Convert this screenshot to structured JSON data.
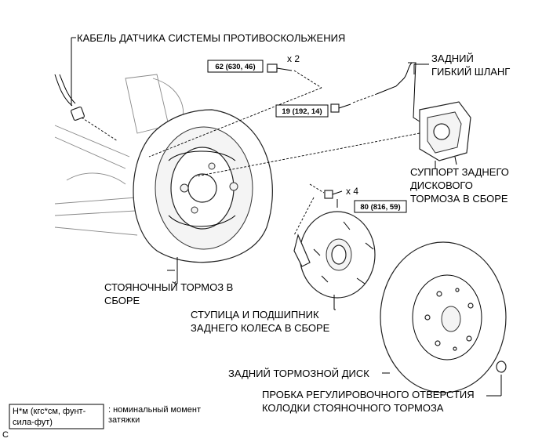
{
  "labels": {
    "abs_cable": "КАБЕЛЬ ДАТЧИКА СИСТЕМЫ ПРОТИВОСКОЛЬЖЕНИЯ",
    "hose_line1": "ЗАДНИЙ",
    "hose_line2": "ГИБКИЙ ШЛАНГ",
    "caliper_line1": "СУППОРТ ЗАДНЕГО",
    "caliper_line2": "ДИСКОВОГО",
    "caliper_line3": "ТОРМОЗА В СБОРЕ",
    "parking_line1": "СТОЯНОЧНЫЙ ТОРМОЗ В",
    "parking_line2": "СБОРЕ",
    "hub_line1": "СТУПИЦА И ПОДШИПНИК",
    "hub_line2": "ЗАДНЕГО КОЛЕСА В СБОРЕ",
    "disc": "ЗАДНИЙ ТОРМОЗНОЙ ДИСК",
    "plug_line1": "ПРОБКА РЕГУЛИРОВОЧНОГО ОТВЕРСТИЯ",
    "plug_line2": "КОЛОДКИ СТОЯНОЧНОГО ТОРМОЗА"
  },
  "torques": {
    "t62": "62 (630, 46)",
    "t19": "19 (192, 14)",
    "t80": "80 (816, 59)"
  },
  "quantities": {
    "q62": "x 2",
    "q80": "x 4"
  },
  "legend": {
    "box_line1": "Н*м (кгс*см, фунт-",
    "box_line2": "сила-фут)",
    "desc_line1": ": номинальный момент",
    "desc_line2": "затяжки"
  },
  "corner_mark": "C"
}
